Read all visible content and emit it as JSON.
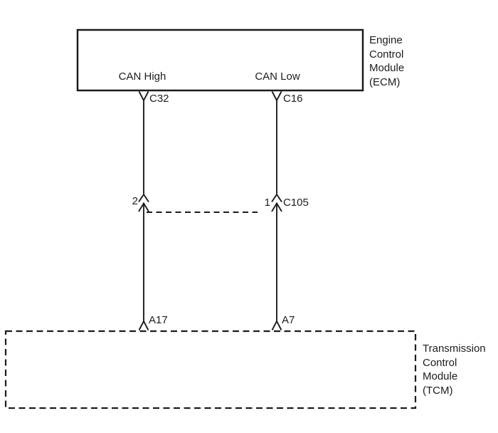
{
  "diagram": {
    "type": "wiring-schematic",
    "colors": {
      "background": "#ffffff",
      "stroke": "#1c1c1c"
    },
    "modules": {
      "ecm": {
        "name": "Engine\nControl\nModule\n(ECM)",
        "border_style": "solid"
      },
      "tcm": {
        "name": "Transmission\nControl\nModule\n(TCM)",
        "border_style": "dashed"
      }
    },
    "signals": {
      "can_high": "CAN High",
      "can_low": "CAN Low"
    },
    "pins": {
      "ecm_can_high": "C32",
      "ecm_can_low": "C16",
      "inline_can_high": "2",
      "inline_can_low": "1",
      "inline_connector": "C105",
      "tcm_can_high": "A17",
      "tcm_can_low": "A7"
    }
  }
}
